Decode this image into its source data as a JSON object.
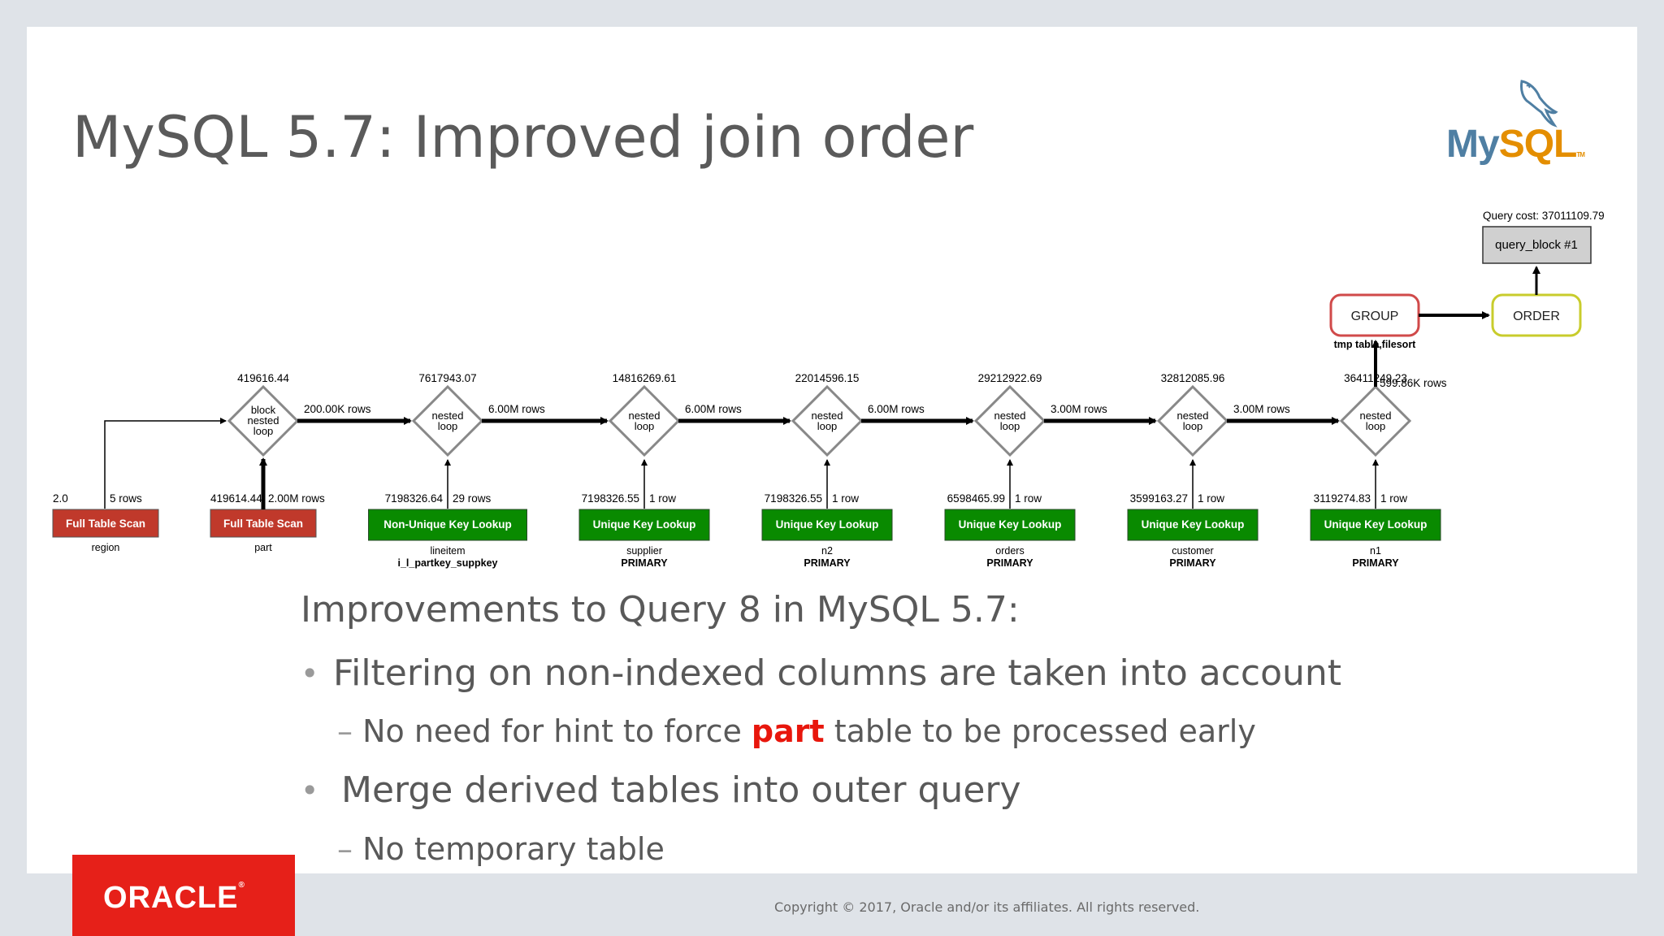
{
  "slide": {
    "title": "MySQL 5.7: Improved join order",
    "logo": {
      "name": "MySQL",
      "part1": "My",
      "part2": "SQL",
      "tm": "TM",
      "icon": "dolphin-icon"
    },
    "footer": {
      "brand": "ORACLE",
      "brand_mark": "®",
      "copyright": "Copyright © 2017, Oracle and/or its affiliates. All rights reserved."
    },
    "colors": {
      "title": "#5a5a5a",
      "emphasis": "#e8160c",
      "scan_box": "#c0392b",
      "lookup_box": "#098a00",
      "oracle_red": "#e62019"
    }
  },
  "plan": {
    "query_cost_label": "Query cost: 37011109.79",
    "query_block": "query_block #1",
    "order": "ORDER",
    "group": "GROUP",
    "group_note": "tmp table,filesort",
    "region": {
      "cost": "2.0",
      "rows": "5 rows",
      "label": "Full Table Scan",
      "table": "region"
    },
    "part": {
      "cost": "419614.44",
      "rows": "2.00M rows",
      "label": "Full Table Scan",
      "table": "part"
    },
    "joins": [
      {
        "cost": "419616.44",
        "l1": "block",
        "l2": "nested",
        "l3": "loop",
        "out_rows": "200.00K rows"
      },
      {
        "cost": "7617943.07",
        "l1": "nested",
        "l2": "loop",
        "out_rows": "6.00M rows"
      },
      {
        "cost": "14816269.61",
        "l1": "nested",
        "l2": "loop",
        "out_rows": "6.00M rows"
      },
      {
        "cost": "22014596.15",
        "l1": "nested",
        "l2": "loop",
        "out_rows": "6.00M rows"
      },
      {
        "cost": "29212922.69",
        "l1": "nested",
        "l2": "loop",
        "out_rows": "3.00M rows"
      },
      {
        "cost": "32812085.96",
        "l1": "nested",
        "l2": "loop",
        "out_rows": "3.00M rows"
      },
      {
        "cost": "36411249.23",
        "l1": "nested",
        "l2": "loop",
        "out_rows": "599.86K rows"
      }
    ],
    "lookups": [
      {
        "cost": "7198326.64",
        "rows": "29 rows",
        "label": "Non-Unique Key Lookup",
        "table": "lineitem",
        "key": "i_l_partkey_suppkey"
      },
      {
        "cost": "7198326.55",
        "rows": "1 row",
        "label": "Unique Key Lookup",
        "table": "supplier",
        "key": "PRIMARY"
      },
      {
        "cost": "7198326.55",
        "rows": "1 row",
        "label": "Unique Key Lookup",
        "table": "n2",
        "key": "PRIMARY"
      },
      {
        "cost": "6598465.99",
        "rows": "1 row",
        "label": "Unique Key Lookup",
        "table": "orders",
        "key": "PRIMARY"
      },
      {
        "cost": "3599163.27",
        "rows": "1 row",
        "label": "Unique Key Lookup",
        "table": "customer",
        "key": "PRIMARY"
      },
      {
        "cost": "3119274.83",
        "rows": "1 row",
        "label": "Unique Key Lookup",
        "table": "n1",
        "key": "PRIMARY"
      }
    ]
  },
  "content": {
    "heading": "Improvements to Query 8 in MySQL 5.7:",
    "bullet_char": "•",
    "dash_char": "–",
    "bullet1": "Filtering on non-indexed columns are taken into account",
    "sub1_pre": "No need for hint to force ",
    "sub1_emph": "part",
    "sub1_post": " table to be processed early",
    "bullet2": "Merge derived tables into outer query",
    "sub2": "No temporary table"
  }
}
